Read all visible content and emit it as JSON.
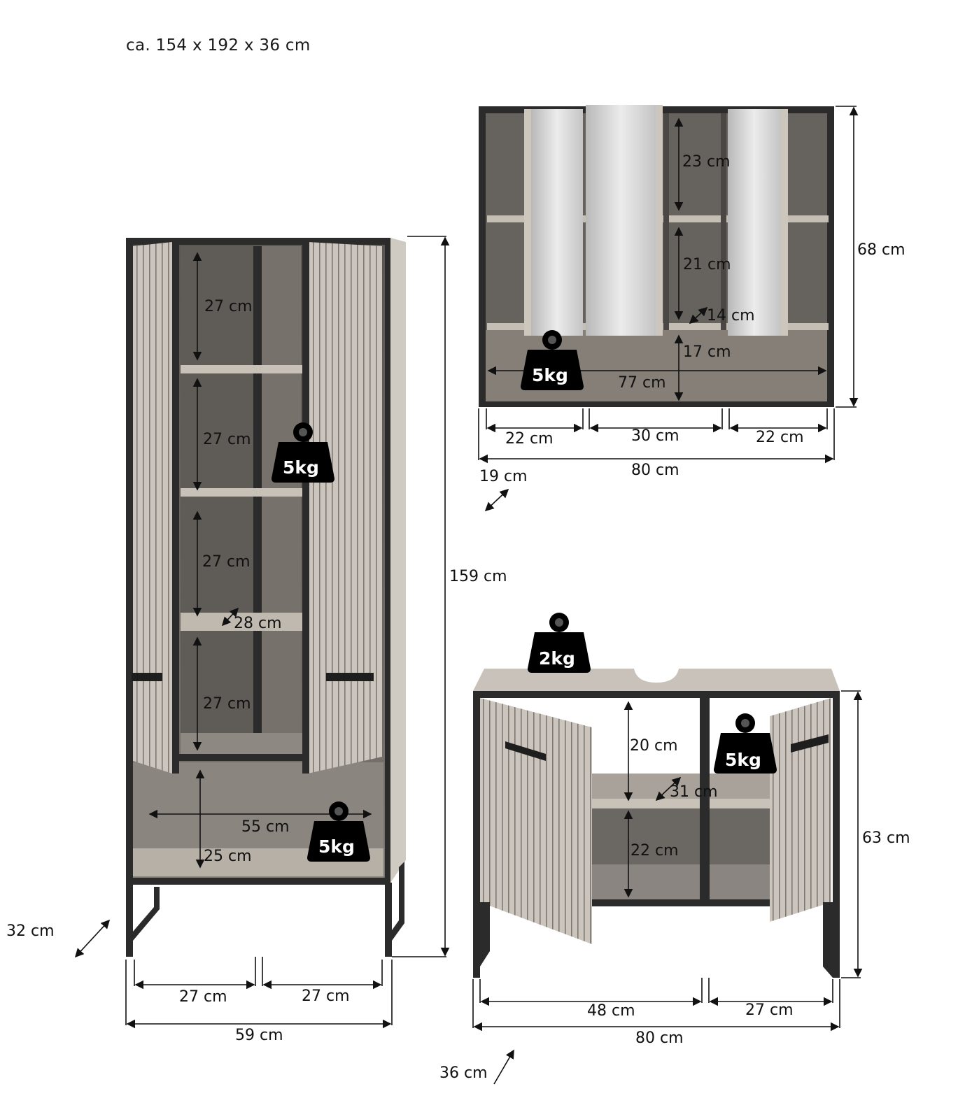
{
  "header": {
    "overall_dimensions": "ca. 154 x 192 x 36 cm"
  },
  "colors": {
    "frame": "#2b2b2b",
    "body_light": "#c9c4bc",
    "interior": "#6e6a65",
    "interior_dark": "#4e4b48",
    "shelf": "#bdb7ae",
    "mirror": "#d8d8d8",
    "weight": "#000000",
    "dimension_line": "#111111"
  },
  "tall_cabinet": {
    "shelf_heights": [
      "27 cm",
      "27 cm",
      "27 cm",
      "27 cm"
    ],
    "shelf_depth": "28 cm",
    "open_compartment_width": "55 cm",
    "open_compartment_height": "25 cm",
    "weight_shelf": "5kg",
    "weight_bottom": "5kg",
    "total_height": "159 cm",
    "depth": "32 cm",
    "door_width_left": "27 cm",
    "door_width_right": "27 cm",
    "total_width": "59 cm"
  },
  "mirror_cabinet": {
    "compartment_heights": [
      "23 cm",
      "21 cm"
    ],
    "shelf_depth": "14 cm",
    "bottom_height": "17 cm",
    "inner_width": "77 cm",
    "weight": "5kg",
    "total_height": "68 cm",
    "section_widths": [
      "22 cm",
      "30 cm",
      "22 cm"
    ],
    "total_width": "80 cm",
    "depth": "19 cm"
  },
  "vanity_cabinet": {
    "weight_top": "2kg",
    "weight_shelf": "5kg",
    "upper_height": "20 cm",
    "shelf_depth": "31 cm",
    "lower_height": "22 cm",
    "total_height": "63 cm",
    "door_width_left": "48 cm",
    "door_width_right": "27 cm",
    "total_width": "80 cm",
    "depth": "36 cm"
  }
}
